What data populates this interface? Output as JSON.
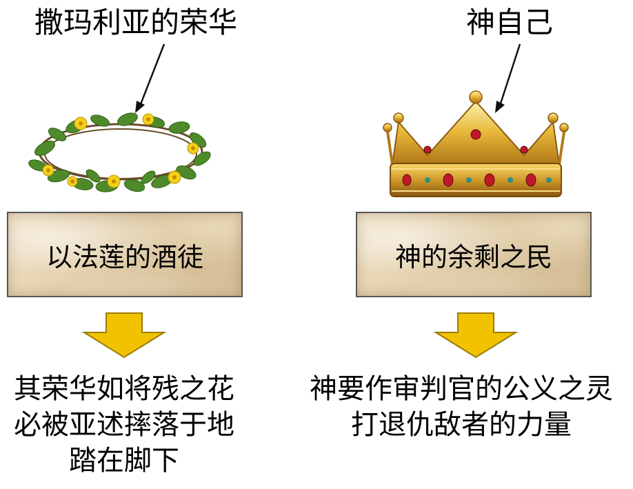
{
  "left": {
    "top_label": "撒玛利亚的荣华",
    "box_label": "以法莲的酒徒",
    "caption_lines": [
      "其荣华如将残之花",
      "必被亚述摔落于地",
      "踏在脚下"
    ],
    "image_icon": "flower-wreath"
  },
  "right": {
    "top_label": "神自己",
    "box_label": "神的余剩之民",
    "caption_lines": [
      "神要作审判官的公义之灵",
      "打退仇敌者的力量"
    ],
    "image_icon": "golden-crown"
  },
  "colors": {
    "arrow_fill": "#f2c200",
    "arrow_stroke": "#9a7a00",
    "parchment": "#e8d6b4"
  }
}
